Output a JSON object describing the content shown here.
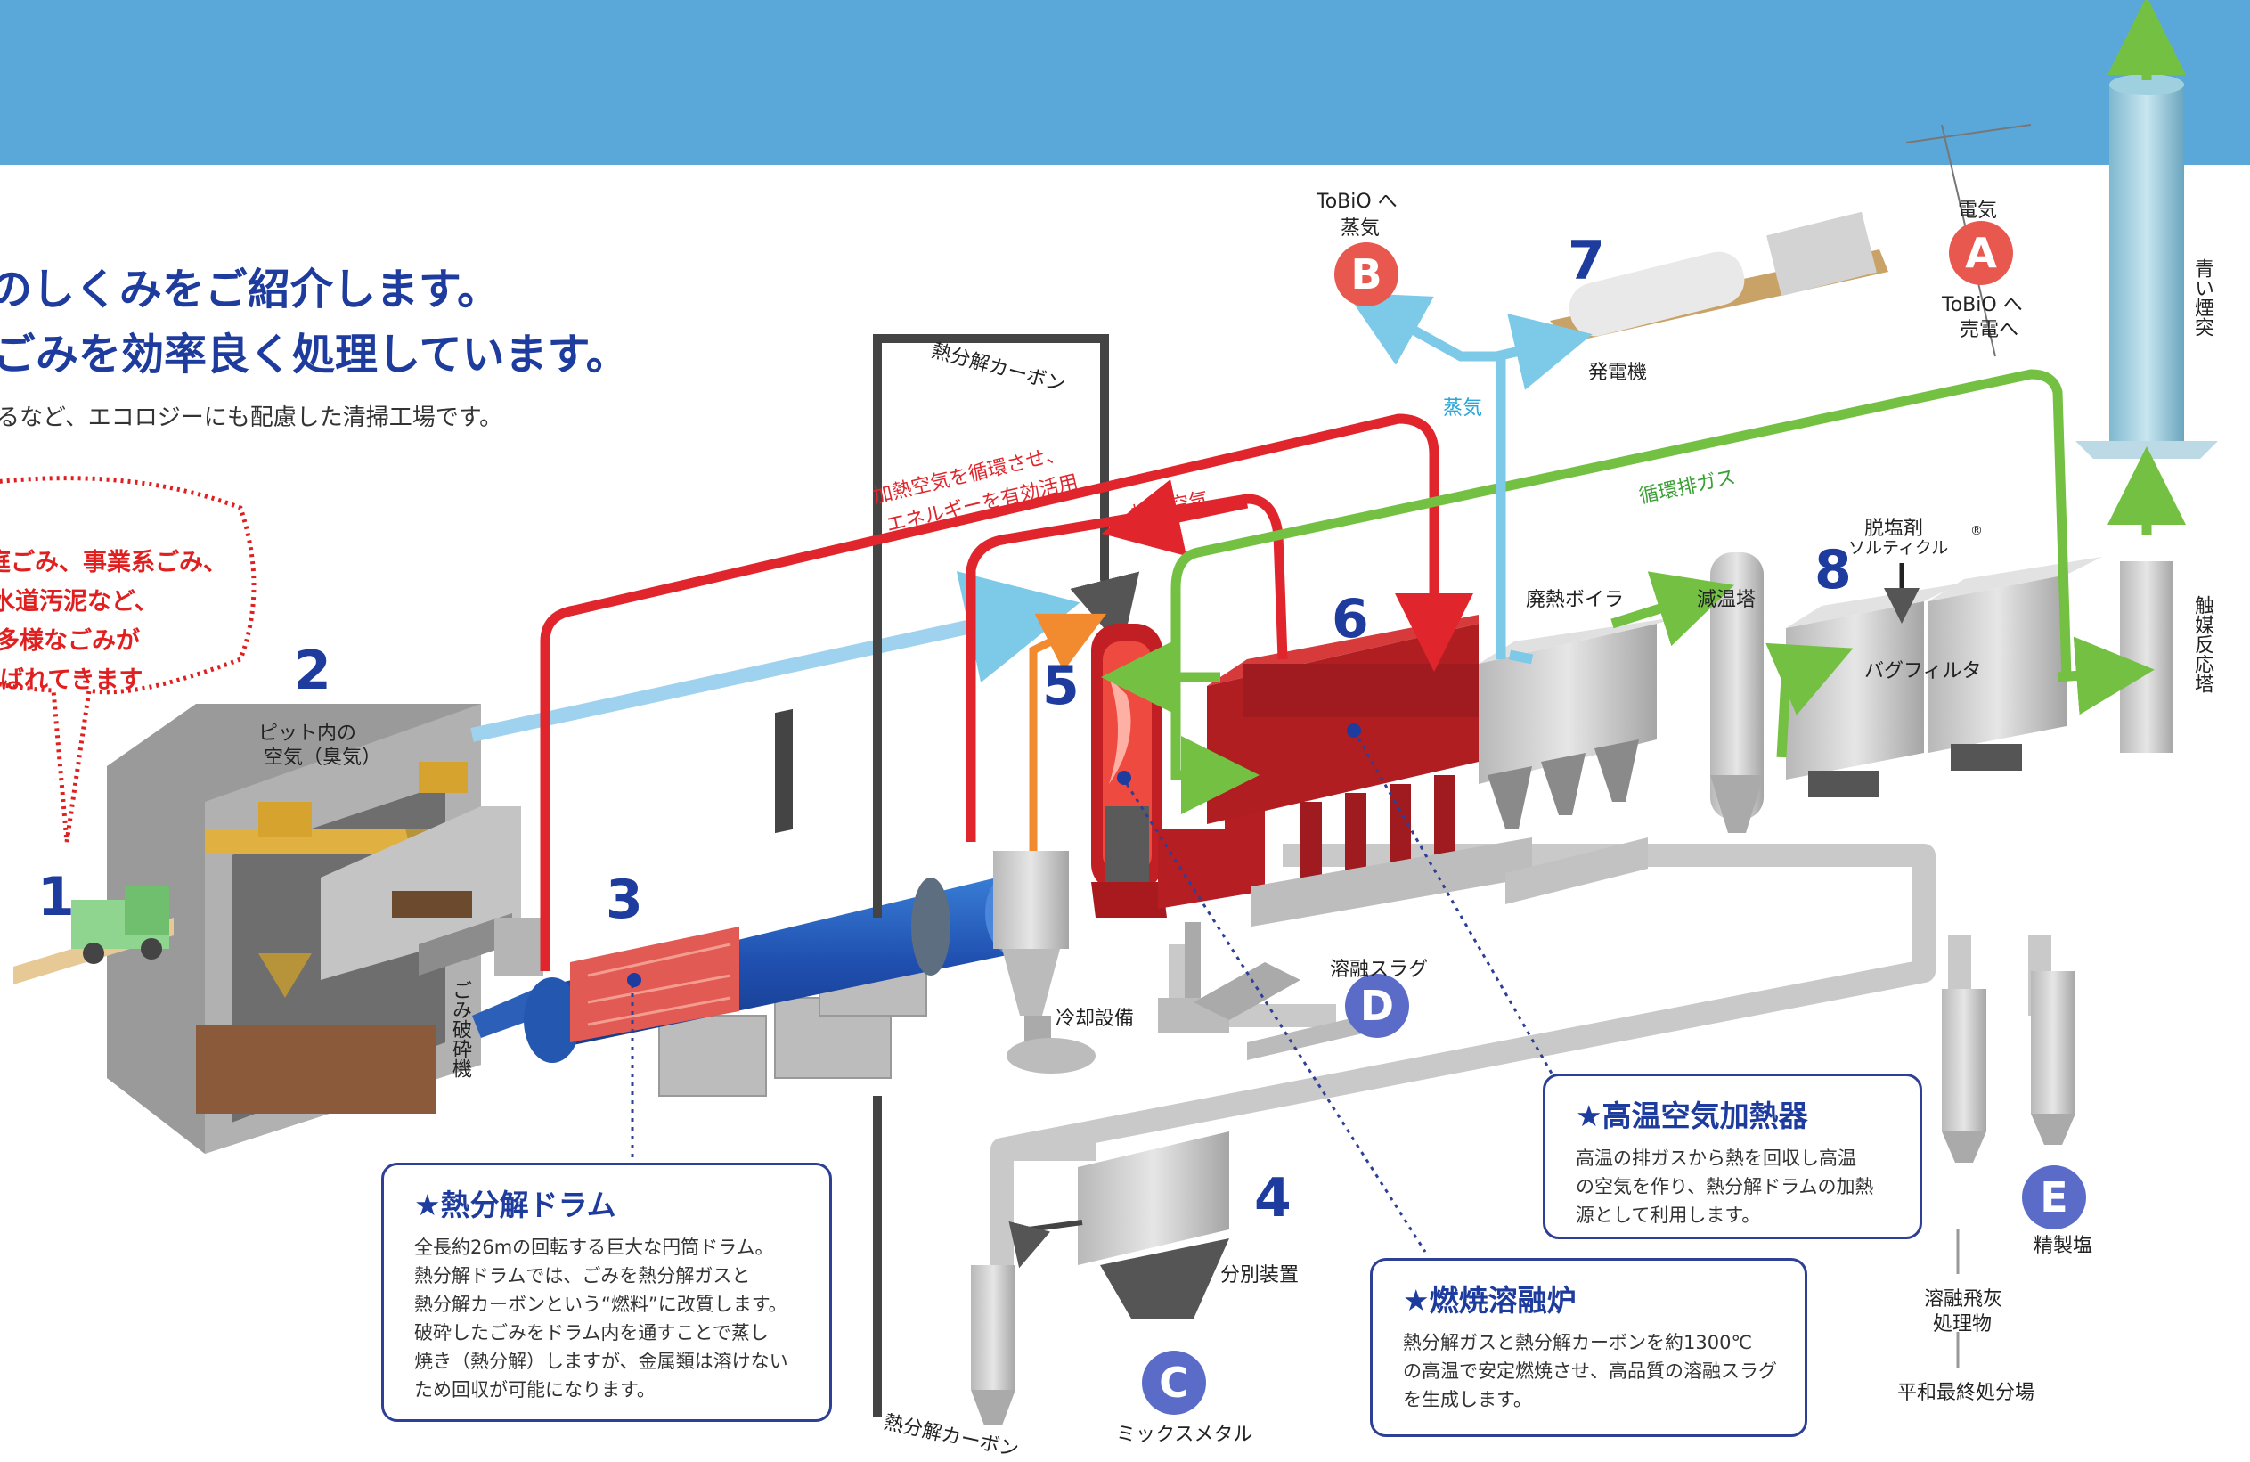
{
  "headline": {
    "line1": "のしくみをご紹介します。",
    "line2": "ごみを効率良く処理しています。",
    "sub": "るなど、エコロジーにも配慮した清掃工場です。"
  },
  "bubble": {
    "line1": "庭ごみ、事業系ごみ、",
    "line2": "水道汚泥など、",
    "line3": "多様なごみが",
    "line4": "ばれてきます"
  },
  "steps": {
    "s1": "1",
    "s2": "2",
    "s3": "3",
    "s4": "4",
    "s5": "5",
    "s6": "6",
    "s7": "7",
    "s8": "8"
  },
  "badges": {
    "a": "A",
    "b": "B",
    "c": "C",
    "d": "D",
    "e": "E"
  },
  "labels": {
    "tobio_to": "ToBiO へ",
    "steam": "蒸気",
    "electricity": "電気",
    "sell_power": "売電へ",
    "generator": "発電機",
    "boiler": "廃熱ボイラ",
    "cooling_tower": "減温塔",
    "desalting_agent": "脱塩剤",
    "particle": "ソルティクル",
    "registered": "®",
    "bag_filter": "バグフィルタ",
    "pit_air_1": "ピット内の",
    "pit_air_2": "空気（臭気）",
    "cooling_equipment": "冷却設備",
    "molten_slag": "溶融スラグ",
    "separator": "分別装置",
    "mixed_metal": "ミックスメタル",
    "refined_salt": "精製塩",
    "fly_ash_1": "溶融飛灰",
    "fly_ash_2": "処理物",
    "final_disposal": "平和最終処分場",
    "blue_chimney": "青い煙突",
    "catalyst_tower": "触媒反応塔",
    "crusher": "ごみ破砕機",
    "pyrolysis_carbon": "熱分解カーボン",
    "heated_air_note_1": "加熱空気を循環させ、",
    "heated_air_note_2": "エネルギーを有効活用",
    "heated_air": "加熱空気",
    "circulation_gas": "循環排ガス"
  },
  "callouts": {
    "drum": {
      "title": "★熱分解ドラム",
      "body": "全長約26mの回転する巨大な円筒ドラム。\n熱分解ドラムでは、ごみを熱分解ガスと\n熱分解カーボンという“燃料”に改質します。\n破砕したごみをドラム内を通すことで蒸し\n焼き（熱分解）しますが、金属類は溶けない\nため回収が可能になります。"
    },
    "air_heater": {
      "title": "★高温空気加熱器",
      "body": "高温の排ガスから熱を回収し高温\nの空気を作り、熱分解ドラムの加熱\n源として利用します。"
    },
    "furnace": {
      "title": "★燃焼溶融炉",
      "body": "熱分解ガスと熱分解カーボンを約1300℃\nの高温で安定燃焼させ、高品質の溶融スラグ\nを生成します。"
    }
  },
  "colors": {
    "banner": "#5aa7d9",
    "heated_air": "#e0262c",
    "circulation_gas": "#74c043",
    "steam": "#7cc9e8",
    "title_blue": "#1e3b9e",
    "badge_red": "#e8584f",
    "badge_blue": "#5b6cc8"
  }
}
